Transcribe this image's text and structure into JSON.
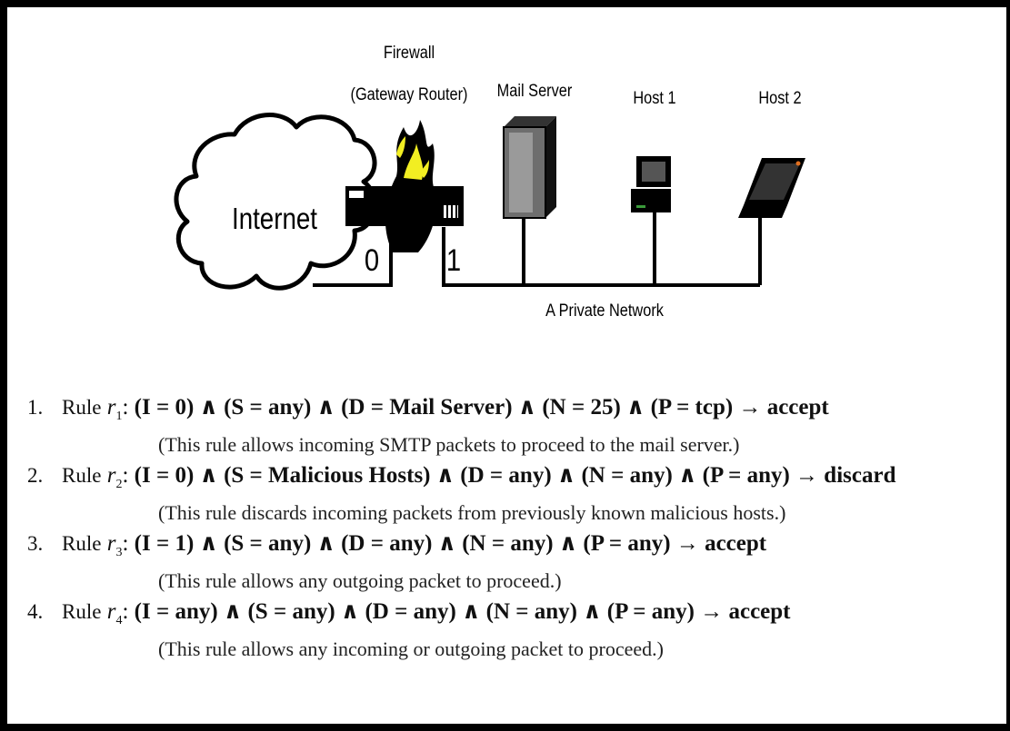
{
  "diagram": {
    "labels": {
      "firewall_line1": "Firewall",
      "firewall_line2": "(Gateway Router)",
      "mail_server": "Mail Server",
      "host1": "Host 1",
      "host2": "Host 2",
      "internet": "Internet",
      "port0": "0",
      "port1": "1",
      "private_network": "A Private Network"
    }
  },
  "rules": [
    {
      "num": "1.",
      "word": "Rule",
      "var": "r",
      "sub": "1",
      "expr": "(I = 0) ∧ (S = any) ∧ (D = Mail Server) ∧ (N = 25) ∧ (P = tcp) → accept",
      "desc": "(This rule allows incoming SMTP packets to proceed to the mail server.)"
    },
    {
      "num": "2.",
      "word": "Rule",
      "var": "r",
      "sub": "2",
      "expr": "(I = 0) ∧ (S = Malicious Hosts) ∧ (D = any) ∧ (N = any) ∧ (P = any) → discard",
      "desc": "(This rule discards incoming packets from previously known malicious hosts.)"
    },
    {
      "num": "3.",
      "word": "Rule",
      "var": "r",
      "sub": "3",
      "expr": "(I = 1) ∧ (S = any) ∧ (D = any) ∧ (N = any) ∧ (P = any) → accept",
      "desc": "(This rule allows any outgoing packet to proceed.)"
    },
    {
      "num": "4.",
      "word": "Rule",
      "var": "r",
      "sub": "4",
      "expr": "(I = any) ∧ (S = any) ∧ (D = any) ∧ (N = any) ∧ (P = any) → accept",
      "desc": "(This rule allows any incoming or outgoing packet to proceed.)"
    }
  ]
}
